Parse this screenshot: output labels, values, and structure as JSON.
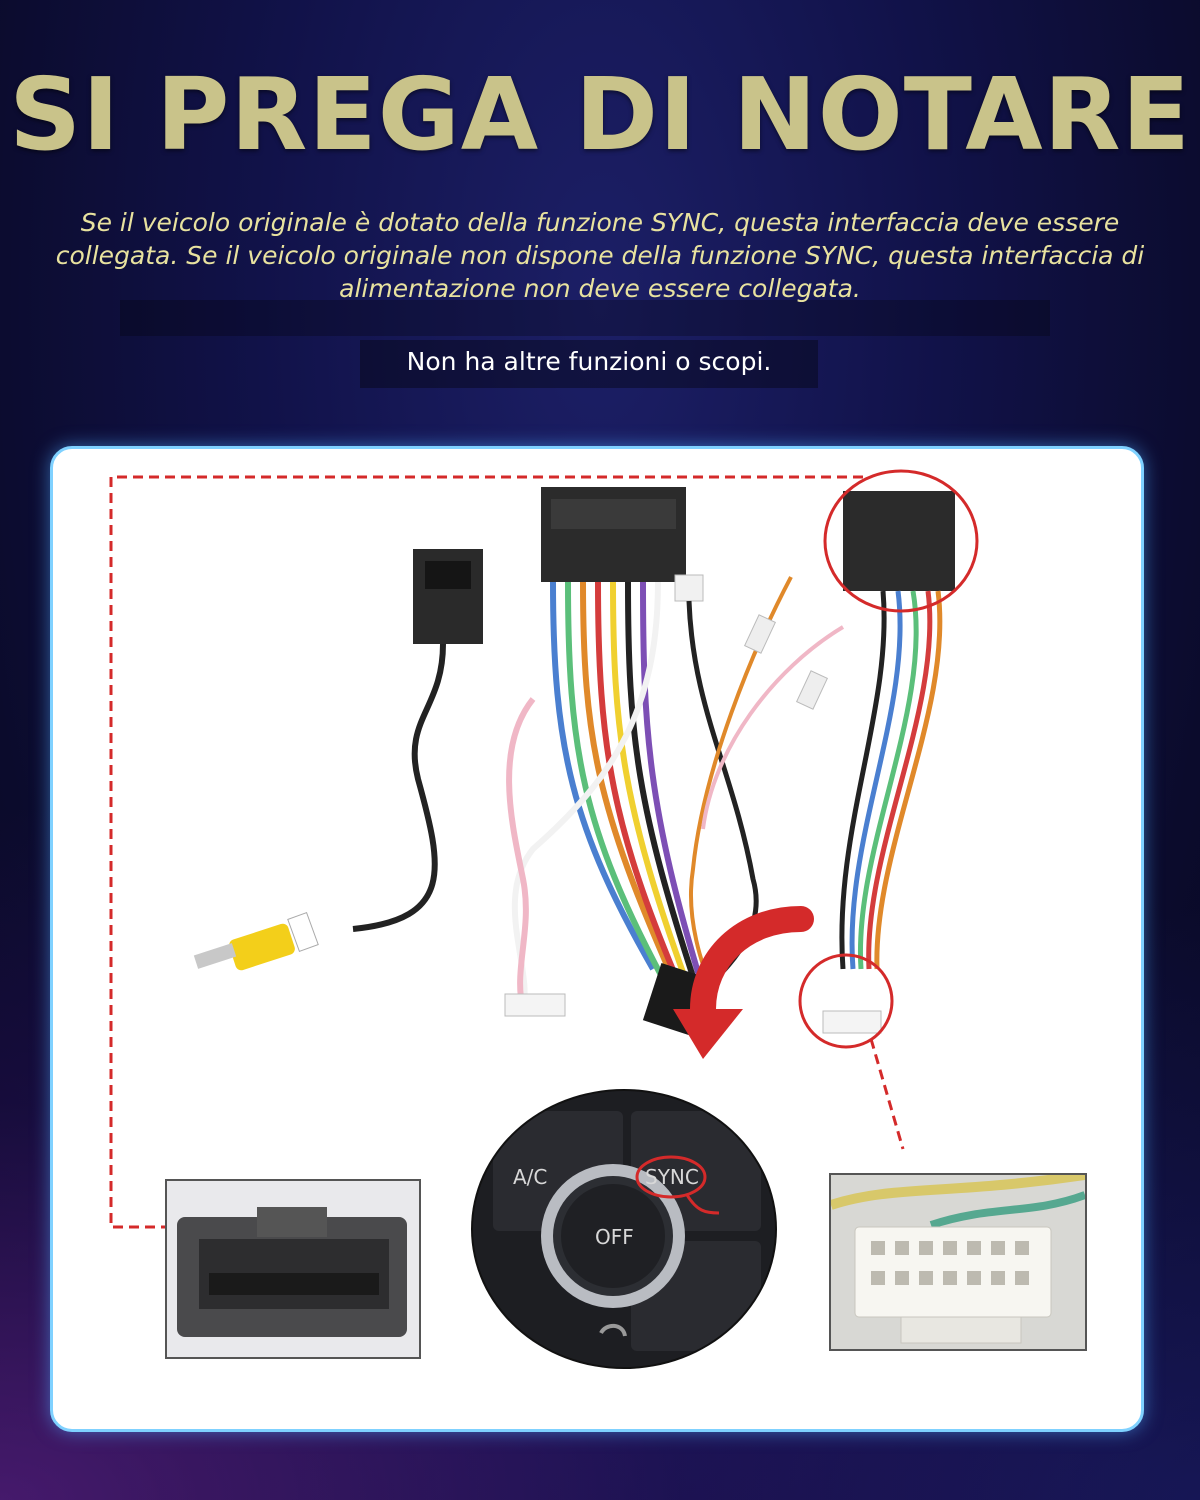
{
  "header": {
    "title": "SI PREGA DI NOTARE",
    "notice": "Se il veicolo originale è dotato della funzione SYNC, questa interfaccia deve essere collegata. Se il veicolo originale non dispone della funzione SYNC, questa interfaccia di alimentazione non deve essere collegata.",
    "subnote": "Non ha altre funzioni o scopi."
  },
  "dial": {
    "ac_label": "A/C",
    "sync_label": "SYNC",
    "off_label": "OFF"
  },
  "colors": {
    "title": "#c9c38a",
    "notice": "#e8e29f",
    "highlight": "#d42a2a",
    "panel_border": "#7fd1ff"
  }
}
